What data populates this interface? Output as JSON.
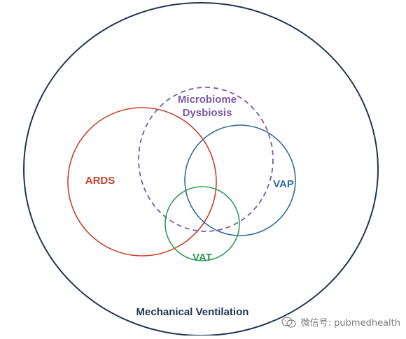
{
  "diagram": {
    "outer_label": "Mechanical Ventilation",
    "circles": {
      "ards": {
        "label": "ARDS",
        "color": "#c8412a"
      },
      "microbiome": {
        "label_line1": "Microbiome",
        "label_line2": "Dysbiosis",
        "color": "#7b5aa6"
      },
      "vap": {
        "label": "VAP",
        "color": "#2f6c9e"
      },
      "vat": {
        "label": "VAT",
        "color": "#2e9a55"
      }
    },
    "outer_color": "#1f3550"
  },
  "watermark": {
    "text": "微信号: pubmedhealth",
    "icon": "wechat-icon"
  }
}
